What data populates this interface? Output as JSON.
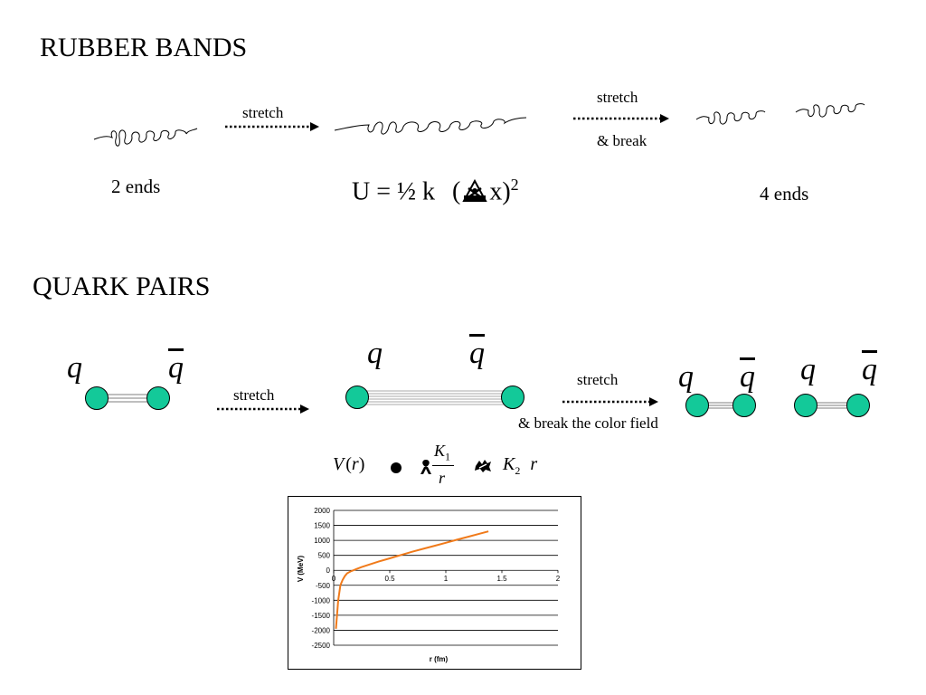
{
  "rubber": {
    "heading": "RUBBER BANDS",
    "stretch_label_1": "stretch",
    "stretch_label_2": "stretch",
    "break_label": "& break",
    "two_ends": "2 ends",
    "four_ends": "4 ends",
    "energy_eq": {
      "lhs": "U = ½ k",
      "open": "(",
      "close": "x)",
      "power": "2"
    }
  },
  "quark": {
    "heading": "QUARK PAIRS",
    "q": "q",
    "qbar": "q",
    "stretch_label_1": "stretch",
    "stretch_label_2": "stretch",
    "break_label": "& break the color field",
    "formula": {
      "lhs": "V",
      "arg_open": "(",
      "arg": "r",
      "arg_close": ")",
      "k1": "K",
      "k1_sub": "1",
      "den": "r",
      "k2": "K",
      "k2_sub": "2",
      "r": "r"
    }
  },
  "colors": {
    "quark_fill": "#13c999",
    "curve": "#f07a1a"
  },
  "chart_data": {
    "type": "line",
    "title": "",
    "xlabel": "r    (fm)",
    "ylabel": "V    (MeV)",
    "xlim": [
      0,
      2
    ],
    "ylim": [
      -2500,
      2000
    ],
    "x_ticks": [
      "0",
      "0.5",
      "1",
      "1.5",
      "2"
    ],
    "y_ticks": [
      "2000",
      "1500",
      "1000",
      "500",
      "0",
      "-500",
      "-1000",
      "-1500",
      "-2000",
      "-2500"
    ],
    "grid": "horizontal",
    "series": [
      {
        "x": [
          0.02,
          0.04,
          0.06,
          0.08,
          0.1,
          0.12,
          0.15,
          0.2,
          0.25,
          0.3,
          0.4,
          0.5,
          0.6,
          0.7,
          0.8,
          0.9,
          1.0,
          1.1,
          1.2,
          1.3,
          1.38
        ],
        "y": [
          -1950,
          -1000,
          -500,
          -320,
          -190,
          -100,
          -40,
          40,
          110,
          170,
          290,
          400,
          510,
          620,
          720,
          820,
          920,
          1020,
          1120,
          1220,
          1300
        ]
      }
    ]
  }
}
